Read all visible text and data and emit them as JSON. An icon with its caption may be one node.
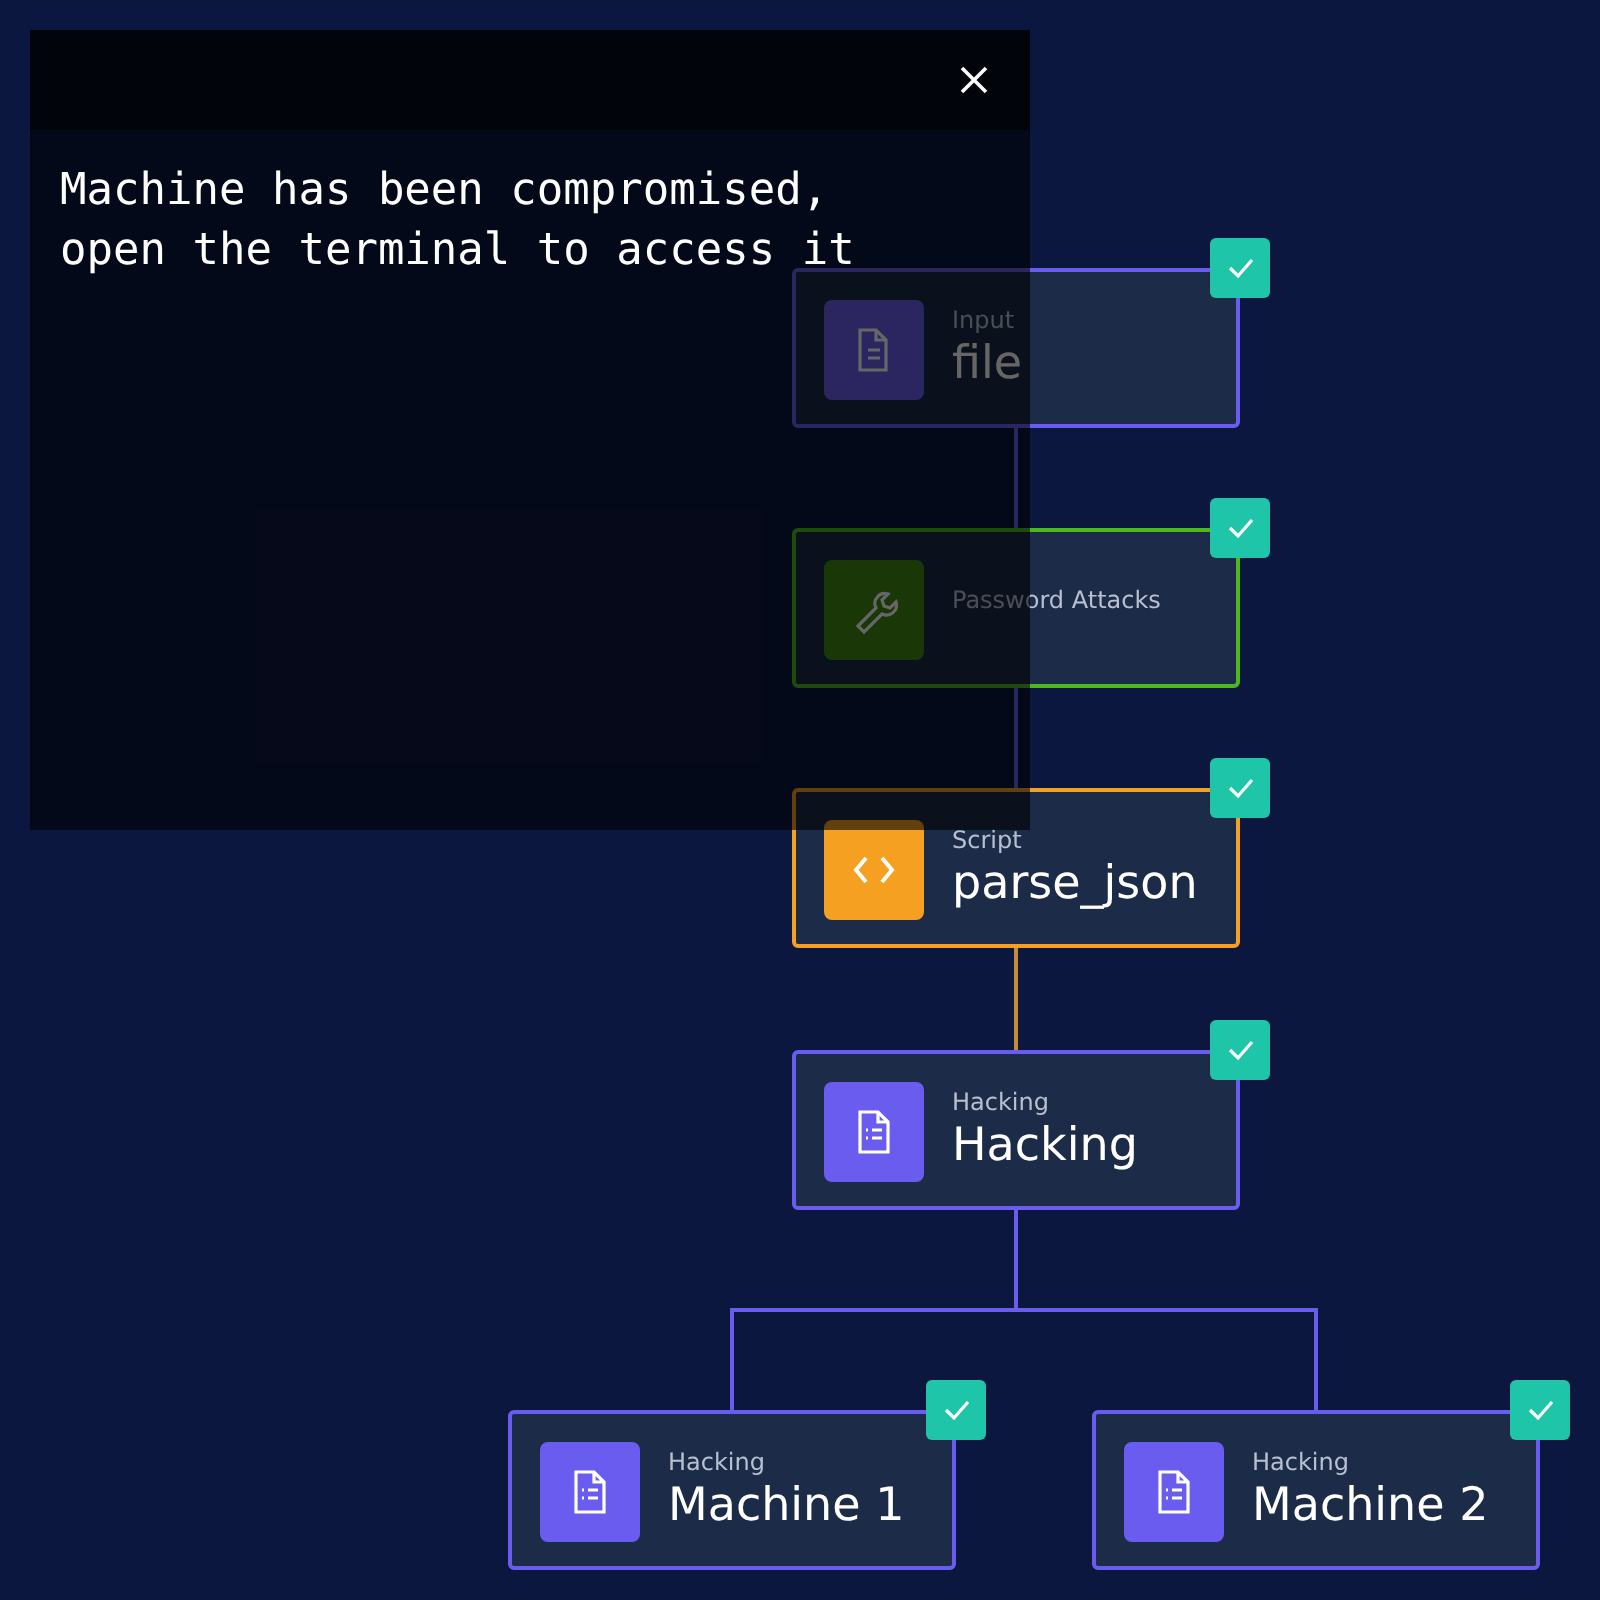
{
  "diagram": {
    "nodes": [
      {
        "text": [
          "Input",
          "file"
        ]
      },
      {
        "text": [
          "Password Attacks"
        ]
      },
      {
        "text": [
          "Script",
          "parse_json"
        ]
      },
      {
        "text": [
          "Hacking",
          "Hacking"
        ]
      },
      {
        "text": [
          "Hacking",
          "Machine 1"
        ]
      },
      {
        "text": [
          "Hacking",
          "Machine 2"
        ]
      }
    ],
    "edges": [
      {
        "from": 0,
        "to": 1,
        "arrow": "none"
      },
      {
        "from": 1,
        "to": 2,
        "arrow": "none"
      },
      {
        "from": 2,
        "to": 3,
        "arrow": "none",
        "color": "#c98a34"
      },
      {
        "from": 3,
        "to": 4,
        "arrow": "none"
      },
      {
        "from": 3,
        "to": 5,
        "arrow": "none"
      }
    ],
    "labels": [
      "Machine has been compromised, open the terminal to access it"
    ]
  }
}
